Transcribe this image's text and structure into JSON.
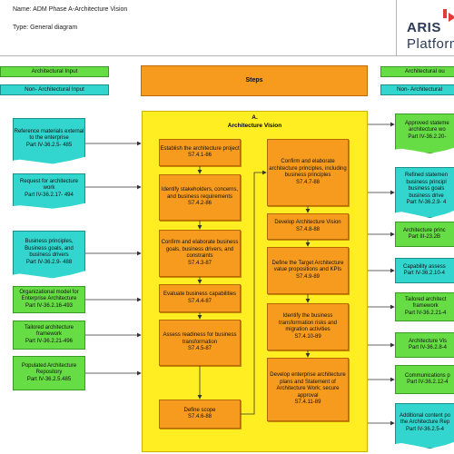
{
  "header": {
    "name_line": "Name: ADM Phase A-Architecture Vision",
    "type_line": "Type: General diagram",
    "logo_top": "ARIS",
    "logo_bottom": "Platform"
  },
  "legend": {
    "arch_input": "Architectural Input",
    "non_arch_input": "Non- Architectural Input",
    "arch_output": "Architectural ou",
    "non_arch_output": "Non- Architectural"
  },
  "steps_title": "Steps",
  "phase": {
    "letter": "A.",
    "title": "Architecture Vision"
  },
  "inputs": [
    {
      "text": "Reference materials external to the enterprise\nPart IV-36.2.5- 485"
    },
    {
      "text": "Request for architecture work\nPart IV-36.2.17- 494"
    },
    {
      "text": "Business principles, Business goals, and business drivers\nPart IV-36.2.9- 488"
    },
    {
      "text": "Organizational model for Enterprise Architecture\nPart IV-36.2.16-493"
    },
    {
      "text": "Tailored architecture framework\nPart IV-36.2.21-496"
    },
    {
      "text": "Populated Architecture Repository\nPart IV-36.2.5.485"
    }
  ],
  "left_steps": [
    {
      "text": "Establish the architecture project\nS7.4.1-86"
    },
    {
      "text": "Identify stakeholders, concerns, and business requirements\nS7.4.2-86"
    },
    {
      "text": "Confirm and elaborate business goals, business drivers, and constraints\nS7.4.3-87"
    },
    {
      "text": "Evaluate business capabilities\nS7.4.4-87"
    },
    {
      "text": "Assess readiness for business transformation\nS7.4.5-87"
    },
    {
      "text": "Define scope\nS7.4.6-88"
    }
  ],
  "right_steps": [
    {
      "text": "Confirm and elaborate architecture principles, including business principles\nS7.4.7-88"
    },
    {
      "text": "Develop Architecture Vision\nS7.4.8-88"
    },
    {
      "text": "Define the Target Architecture value propositions and KPIs\nS7.4.9-89"
    },
    {
      "text": "Identify the business transformation risks and migration activities\nS7.4.10-89"
    },
    {
      "text": "Develop enterprise architecture plans and Statement of Architecture Work; secure approval\nS7.4.11-89"
    }
  ],
  "outputs": [
    {
      "text": "Approved stateme\narchitecture wo\nPart IV-36.2.20-"
    },
    {
      "text": "Refined statemen\nbusiness principl\nbusiness goals\nbusiness drive\nPart IV-36.2.9- 4"
    },
    {
      "text": "Architecture princ\nPart III-23.2B"
    },
    {
      "text": "Capability assess\nPart IV-36.2.10-4"
    },
    {
      "text": "Tailored architect\nframework\nPart IV-36.2.21-4"
    },
    {
      "text": "Architecture Vis\nPart IV-36.2.8-4"
    },
    {
      "text": "Communications p\nPart IV-36.2.12-4"
    },
    {
      "text": "Additional content po\nthe Architecture Rep\nPart IV-36.2.5-4"
    }
  ]
}
